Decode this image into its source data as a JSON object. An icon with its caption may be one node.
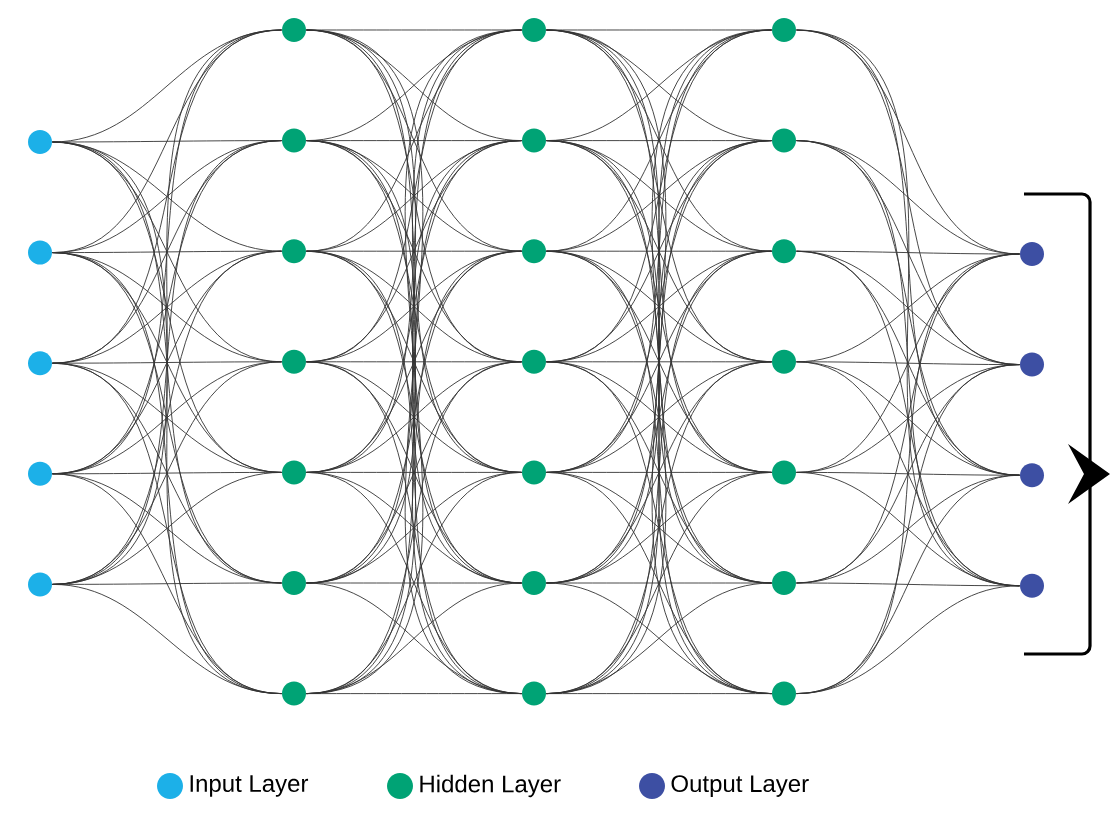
{
  "diagram": {
    "nodes": [
      {
        "text": [],
        "shape": "circle"
      },
      {
        "text": [],
        "shape": "circle"
      },
      {
        "text": [],
        "shape": "circle"
      },
      {
        "text": [],
        "shape": "circle"
      },
      {
        "text": [],
        "shape": "circle"
      },
      {
        "text": [],
        "shape": "circle"
      },
      {
        "text": [],
        "shape": "circle"
      },
      {
        "text": [],
        "shape": "circle"
      },
      {
        "text": [],
        "shape": "circle"
      },
      {
        "text": [],
        "shape": "circle"
      },
      {
        "text": [],
        "shape": "circle"
      },
      {
        "text": [],
        "shape": "circle"
      },
      {
        "text": [],
        "shape": "circle"
      },
      {
        "text": [],
        "shape": "circle"
      },
      {
        "text": [],
        "shape": "circle"
      },
      {
        "text": [],
        "shape": "circle"
      },
      {
        "text": [],
        "shape": "circle"
      },
      {
        "text": [],
        "shape": "circle"
      },
      {
        "text": [],
        "shape": "circle"
      },
      {
        "text": [],
        "shape": "circle"
      },
      {
        "text": [],
        "shape": "circle"
      },
      {
        "text": [],
        "shape": "circle"
      },
      {
        "text": [],
        "shape": "circle"
      },
      {
        "text": [],
        "shape": "circle"
      },
      {
        "text": [],
        "shape": "circle"
      },
      {
        "text": [],
        "shape": "circle"
      },
      {
        "text": [],
        "shape": "circle"
      },
      {
        "text": [],
        "shape": "circle"
      },
      {
        "text": [],
        "shape": "circle"
      },
      {
        "text": [],
        "shape": "circle"
      }
    ],
    "edges": [
      {
        "from": 0,
        "to": 5,
        "arrow": "none"
      },
      {
        "from": 0,
        "to": 6,
        "arrow": "none"
      },
      {
        "from": 0,
        "to": 7,
        "arrow": "none"
      },
      {
        "from": 0,
        "to": 8,
        "arrow": "none"
      },
      {
        "from": 0,
        "to": 9,
        "arrow": "none"
      },
      {
        "from": 0,
        "to": 10,
        "arrow": "none"
      },
      {
        "from": 0,
        "to": 11,
        "arrow": "none"
      },
      {
        "from": 1,
        "to": 5,
        "arrow": "none"
      },
      {
        "from": 1,
        "to": 6,
        "arrow": "none"
      },
      {
        "from": 1,
        "to": 7,
        "arrow": "none"
      },
      {
        "from": 1,
        "to": 8,
        "arrow": "none"
      },
      {
        "from": 1,
        "to": 9,
        "arrow": "none"
      },
      {
        "from": 1,
        "to": 10,
        "arrow": "none"
      },
      {
        "from": 1,
        "to": 11,
        "arrow": "none"
      },
      {
        "from": 2,
        "to": 5,
        "arrow": "none"
      },
      {
        "from": 2,
        "to": 6,
        "arrow": "none"
      },
      {
        "from": 2,
        "to": 7,
        "arrow": "none"
      },
      {
        "from": 2,
        "to": 8,
        "arrow": "none"
      },
      {
        "from": 2,
        "to": 9,
        "arrow": "none"
      },
      {
        "from": 2,
        "to": 10,
        "arrow": "none"
      },
      {
        "from": 2,
        "to": 11,
        "arrow": "none"
      },
      {
        "from": 3,
        "to": 5,
        "arrow": "none"
      },
      {
        "from": 3,
        "to": 6,
        "arrow": "none"
      },
      {
        "from": 3,
        "to": 7,
        "arrow": "none"
      },
      {
        "from": 3,
        "to": 8,
        "arrow": "none"
      },
      {
        "from": 3,
        "to": 9,
        "arrow": "none"
      },
      {
        "from": 3,
        "to": 10,
        "arrow": "none"
      },
      {
        "from": 3,
        "to": 11,
        "arrow": "none"
      },
      {
        "from": 4,
        "to": 5,
        "arrow": "none"
      },
      {
        "from": 4,
        "to": 6,
        "arrow": "none"
      },
      {
        "from": 4,
        "to": 7,
        "arrow": "none"
      },
      {
        "from": 4,
        "to": 8,
        "arrow": "none"
      },
      {
        "from": 4,
        "to": 9,
        "arrow": "none"
      },
      {
        "from": 4,
        "to": 10,
        "arrow": "none"
      },
      {
        "from": 4,
        "to": 11,
        "arrow": "none"
      },
      {
        "from": 5,
        "to": 12,
        "arrow": "none"
      },
      {
        "from": 5,
        "to": 13,
        "arrow": "none"
      },
      {
        "from": 5,
        "to": 14,
        "arrow": "none"
      },
      {
        "from": 5,
        "to": 15,
        "arrow": "none"
      },
      {
        "from": 5,
        "to": 16,
        "arrow": "none"
      },
      {
        "from": 5,
        "to": 17,
        "arrow": "none"
      },
      {
        "from": 5,
        "to": 18,
        "arrow": "none"
      },
      {
        "from": 6,
        "to": 12,
        "arrow": "none"
      },
      {
        "from": 6,
        "to": 13,
        "arrow": "none"
      },
      {
        "from": 6,
        "to": 14,
        "arrow": "none"
      },
      {
        "from": 6,
        "to": 15,
        "arrow": "none"
      },
      {
        "from": 6,
        "to": 16,
        "arrow": "none"
      },
      {
        "from": 6,
        "to": 17,
        "arrow": "none"
      },
      {
        "from": 6,
        "to": 18,
        "arrow": "none"
      },
      {
        "from": 7,
        "to": 12,
        "arrow": "none"
      },
      {
        "from": 7,
        "to": 13,
        "arrow": "none"
      },
      {
        "from": 7,
        "to": 14,
        "arrow": "none"
      },
      {
        "from": 7,
        "to": 15,
        "arrow": "none"
      },
      {
        "from": 7,
        "to": 16,
        "arrow": "none"
      },
      {
        "from": 7,
        "to": 17,
        "arrow": "none"
      },
      {
        "from": 7,
        "to": 18,
        "arrow": "none"
      },
      {
        "from": 8,
        "to": 12,
        "arrow": "none"
      },
      {
        "from": 8,
        "to": 13,
        "arrow": "none"
      },
      {
        "from": 8,
        "to": 14,
        "arrow": "none"
      },
      {
        "from": 8,
        "to": 15,
        "arrow": "none"
      },
      {
        "from": 8,
        "to": 16,
        "arrow": "none"
      },
      {
        "from": 8,
        "to": 17,
        "arrow": "none"
      },
      {
        "from": 8,
        "to": 18,
        "arrow": "none"
      },
      {
        "from": 9,
        "to": 12,
        "arrow": "none"
      },
      {
        "from": 9,
        "to": 13,
        "arrow": "none"
      },
      {
        "from": 9,
        "to": 14,
        "arrow": "none"
      },
      {
        "from": 9,
        "to": 15,
        "arrow": "none"
      },
      {
        "from": 9,
        "to": 16,
        "arrow": "none"
      },
      {
        "from": 9,
        "to": 17,
        "arrow": "none"
      },
      {
        "from": 9,
        "to": 18,
        "arrow": "none"
      },
      {
        "from": 10,
        "to": 12,
        "arrow": "none"
      },
      {
        "from": 10,
        "to": 13,
        "arrow": "none"
      },
      {
        "from": 10,
        "to": 14,
        "arrow": "none"
      },
      {
        "from": 10,
        "to": 15,
        "arrow": "none"
      },
      {
        "from": 10,
        "to": 16,
        "arrow": "none"
      },
      {
        "from": 10,
        "to": 17,
        "arrow": "none"
      },
      {
        "from": 10,
        "to": 18,
        "arrow": "none"
      },
      {
        "from": 11,
        "to": 12,
        "arrow": "none"
      },
      {
        "from": 11,
        "to": 13,
        "arrow": "none"
      },
      {
        "from": 11,
        "to": 14,
        "arrow": "none"
      },
      {
        "from": 11,
        "to": 15,
        "arrow": "none"
      },
      {
        "from": 11,
        "to": 16,
        "arrow": "none"
      },
      {
        "from": 11,
        "to": 17,
        "arrow": "none"
      },
      {
        "from": 11,
        "to": 18,
        "arrow": "none"
      },
      {
        "from": 12,
        "to": 19,
        "arrow": "none"
      },
      {
        "from": 12,
        "to": 20,
        "arrow": "none"
      },
      {
        "from": 12,
        "to": 21,
        "arrow": "none"
      },
      {
        "from": 12,
        "to": 22,
        "arrow": "none"
      },
      {
        "from": 12,
        "to": 23,
        "arrow": "none"
      },
      {
        "from": 12,
        "to": 24,
        "arrow": "none"
      },
      {
        "from": 12,
        "to": 25,
        "arrow": "none"
      },
      {
        "from": 13,
        "to": 19,
        "arrow": "none"
      },
      {
        "from": 13,
        "to": 20,
        "arrow": "none"
      },
      {
        "from": 13,
        "to": 21,
        "arrow": "none"
      },
      {
        "from": 13,
        "to": 22,
        "arrow": "none"
      },
      {
        "from": 13,
        "to": 23,
        "arrow": "none"
      },
      {
        "from": 13,
        "to": 24,
        "arrow": "none"
      },
      {
        "from": 13,
        "to": 25,
        "arrow": "none"
      },
      {
        "from": 14,
        "to": 19,
        "arrow": "none"
      },
      {
        "from": 14,
        "to": 20,
        "arrow": "none"
      },
      {
        "from": 14,
        "to": 21,
        "arrow": "none"
      },
      {
        "from": 14,
        "to": 22,
        "arrow": "none"
      },
      {
        "from": 14,
        "to": 23,
        "arrow": "none"
      },
      {
        "from": 14,
        "to": 24,
        "arrow": "none"
      },
      {
        "from": 14,
        "to": 25,
        "arrow": "none"
      },
      {
        "from": 15,
        "to": 19,
        "arrow": "none"
      },
      {
        "from": 15,
        "to": 20,
        "arrow": "none"
      },
      {
        "from": 15,
        "to": 21,
        "arrow": "none"
      },
      {
        "from": 15,
        "to": 22,
        "arrow": "none"
      },
      {
        "from": 15,
        "to": 23,
        "arrow": "none"
      },
      {
        "from": 15,
        "to": 24,
        "arrow": "none"
      },
      {
        "from": 15,
        "to": 25,
        "arrow": "none"
      },
      {
        "from": 16,
        "to": 19,
        "arrow": "none"
      },
      {
        "from": 16,
        "to": 20,
        "arrow": "none"
      },
      {
        "from": 16,
        "to": 21,
        "arrow": "none"
      },
      {
        "from": 16,
        "to": 22,
        "arrow": "none"
      },
      {
        "from": 16,
        "to": 23,
        "arrow": "none"
      },
      {
        "from": 16,
        "to": 24,
        "arrow": "none"
      },
      {
        "from": 16,
        "to": 25,
        "arrow": "none"
      },
      {
        "from": 17,
        "to": 19,
        "arrow": "none"
      },
      {
        "from": 17,
        "to": 20,
        "arrow": "none"
      },
      {
        "from": 17,
        "to": 21,
        "arrow": "none"
      },
      {
        "from": 17,
        "to": 22,
        "arrow": "none"
      },
      {
        "from": 17,
        "to": 23,
        "arrow": "none"
      },
      {
        "from": 17,
        "to": 24,
        "arrow": "none"
      },
      {
        "from": 17,
        "to": 25,
        "arrow": "none"
      },
      {
        "from": 18,
        "to": 19,
        "arrow": "none"
      },
      {
        "from": 18,
        "to": 20,
        "arrow": "none"
      },
      {
        "from": 18,
        "to": 21,
        "arrow": "none"
      },
      {
        "from": 18,
        "to": 22,
        "arrow": "none"
      },
      {
        "from": 18,
        "to": 23,
        "arrow": "none"
      },
      {
        "from": 18,
        "to": 24,
        "arrow": "none"
      },
      {
        "from": 18,
        "to": 25,
        "arrow": "none"
      },
      {
        "from": 19,
        "to": 26,
        "arrow": "none"
      },
      {
        "from": 19,
        "to": 27,
        "arrow": "none"
      },
      {
        "from": 19,
        "to": 28,
        "arrow": "none"
      },
      {
        "from": 19,
        "to": 29,
        "arrow": "none"
      },
      {
        "from": 20,
        "to": 26,
        "arrow": "none"
      },
      {
        "from": 20,
        "to": 27,
        "arrow": "none"
      },
      {
        "from": 20,
        "to": 28,
        "arrow": "none"
      },
      {
        "from": 20,
        "to": 29,
        "arrow": "none"
      },
      {
        "from": 21,
        "to": 26,
        "arrow": "none"
      },
      {
        "from": 21,
        "to": 27,
        "arrow": "none"
      },
      {
        "from": 21,
        "to": 28,
        "arrow": "none"
      },
      {
        "from": 21,
        "to": 29,
        "arrow": "none"
      },
      {
        "from": 22,
        "to": 26,
        "arrow": "none"
      },
      {
        "from": 22,
        "to": 27,
        "arrow": "none"
      },
      {
        "from": 22,
        "to": 28,
        "arrow": "none"
      },
      {
        "from": 22,
        "to": 29,
        "arrow": "none"
      },
      {
        "from": 23,
        "to": 26,
        "arrow": "none"
      },
      {
        "from": 23,
        "to": 27,
        "arrow": "none"
      },
      {
        "from": 23,
        "to": 28,
        "arrow": "none"
      },
      {
        "from": 23,
        "to": 29,
        "arrow": "none"
      },
      {
        "from": 24,
        "to": 26,
        "arrow": "none"
      },
      {
        "from": 24,
        "to": 27,
        "arrow": "none"
      },
      {
        "from": 24,
        "to": 28,
        "arrow": "none"
      },
      {
        "from": 24,
        "to": 29,
        "arrow": "none"
      },
      {
        "from": 25,
        "to": 26,
        "arrow": "none"
      },
      {
        "from": 25,
        "to": 27,
        "arrow": "none"
      },
      {
        "from": 25,
        "to": 28,
        "arrow": "none"
      },
      {
        "from": 25,
        "to": 29,
        "arrow": "none"
      }
    ],
    "legend": [
      {
        "text": "Input Layer",
        "color": "#1cb0e8"
      },
      {
        "text": "Hidden Layer",
        "color": "#00a375"
      },
      {
        "text": "Output Layer",
        "color": "#3d4fa3"
      }
    ]
  }
}
